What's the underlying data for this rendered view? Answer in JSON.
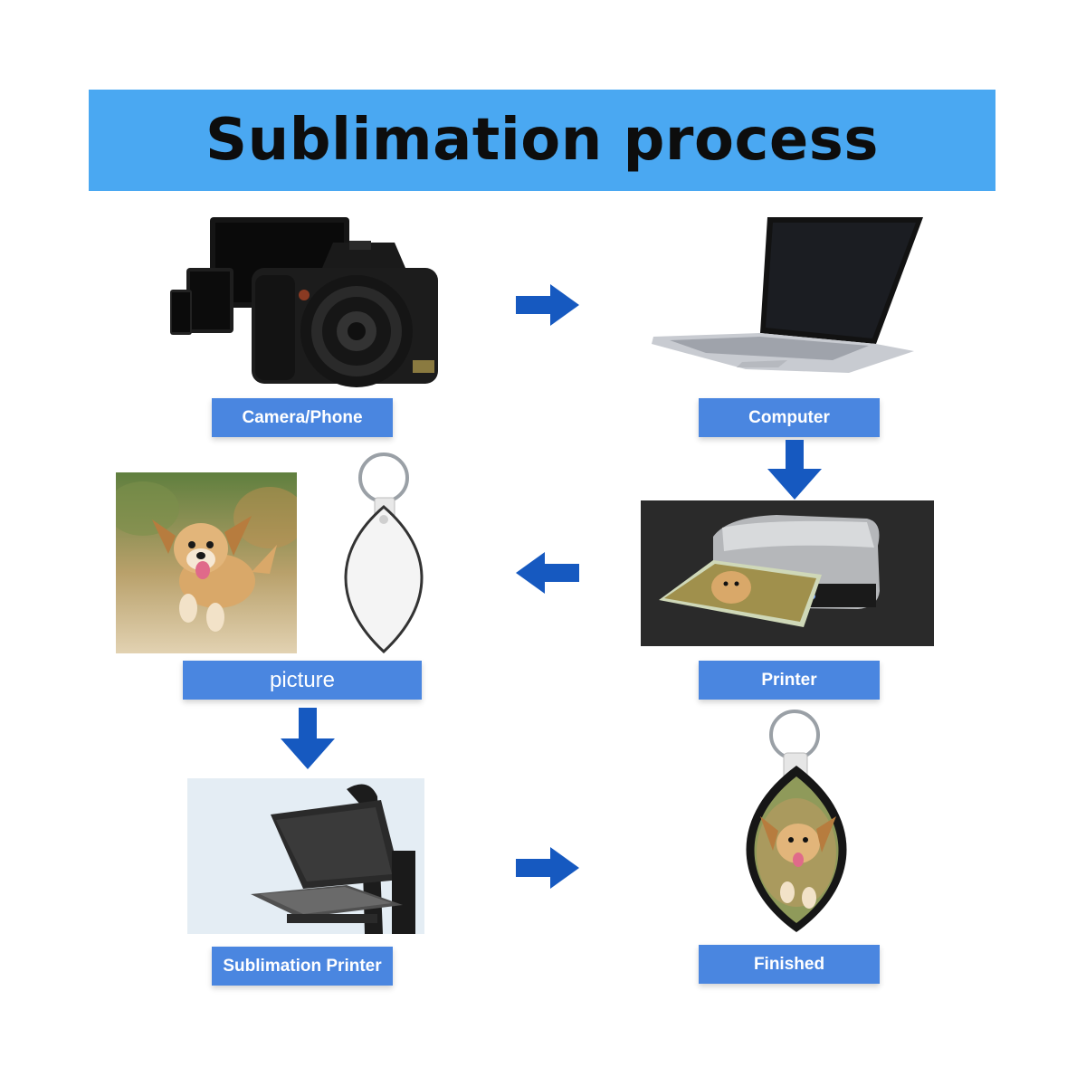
{
  "title": "Sublimation process",
  "steps": {
    "camera": "Camera/Phone",
    "computer": "Computer",
    "printer": "Printer",
    "picture": "picture",
    "sublimation_printer": "Sublimation Printer",
    "finished": "Finished"
  },
  "colors": {
    "banner": "#4aa8f2",
    "label": "#4a86e0",
    "arrow": "#1659c0"
  }
}
